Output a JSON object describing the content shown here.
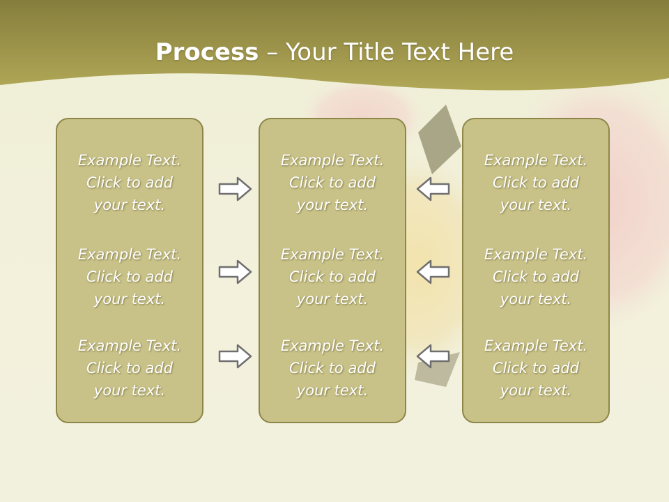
{
  "slide": {
    "title_bold": "Process",
    "title_rest": " – Your Title Text Here"
  },
  "columns": [
    {
      "items": [
        "Example Text.\nClick  to add\nyour text.",
        "Example Text.\nClick  to add\nyour text.",
        "Example Text.\nClick  to add\nyour text."
      ]
    },
    {
      "items": [
        "Example Text.\nClick  to add\nyour text.",
        "Example Text.\nClick  to add\nyour text.",
        "Example Text.\nClick  to add\nyour text."
      ]
    },
    {
      "items": [
        "Example Text.\nClick  to add\nyour text.",
        "Example Text.\nClick  to add\nyour text.",
        "Example Text.\nClick  to add\nyour text."
      ]
    }
  ],
  "arrows": {
    "left_to_center": "right-arrow-icon",
    "right_to_center": "left-arrow-icon"
  },
  "colors": {
    "header_band": "#a9a050",
    "box_fill": "#c8c288",
    "box_border": "#8d8648"
  }
}
